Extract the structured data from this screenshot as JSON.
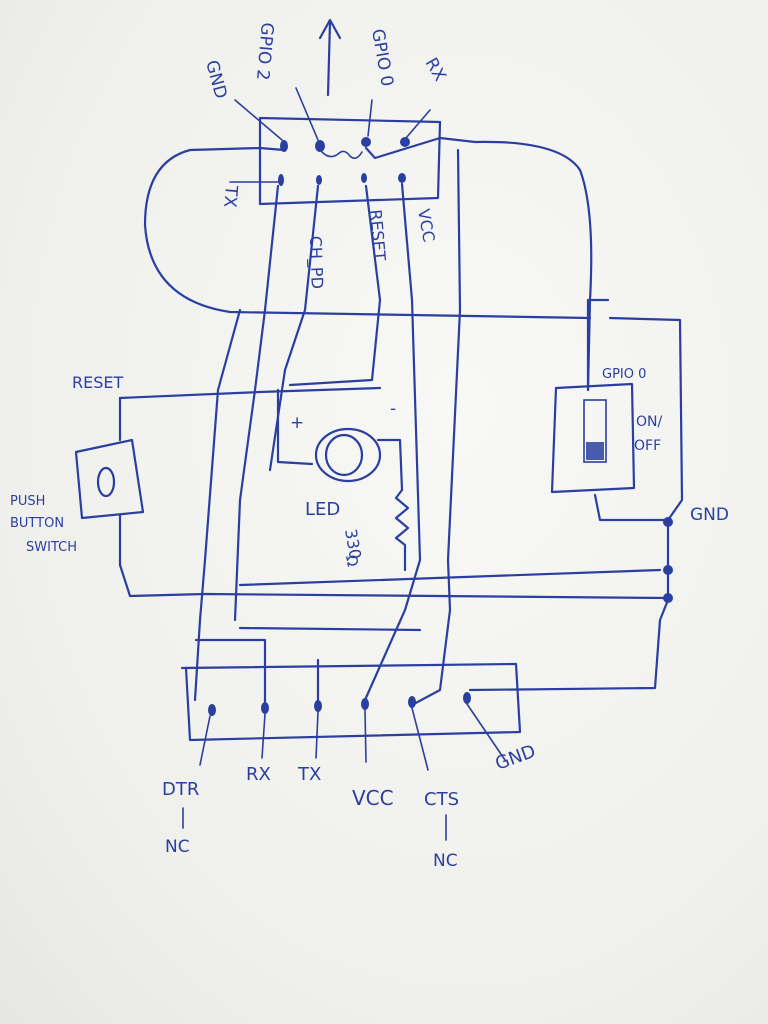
{
  "esp_module": {
    "pins_top": [
      "GPIO 2",
      "GPIO 0",
      "RX"
    ],
    "pin_gnd": "GND",
    "pins_bottom": [
      "TX",
      "CH_PD",
      "RESET",
      "VCC"
    ]
  },
  "reset_button": {
    "label": "RESET",
    "title_lines": [
      "PUSH",
      "BUTTON",
      "SWITCH"
    ],
    "button_glyph": "O"
  },
  "led": {
    "label": "LED",
    "plus": "+",
    "minus": "-",
    "glyph": "O"
  },
  "resistor": {
    "value": "330",
    "unit": "Ω"
  },
  "toggle_switch": {
    "pin": "GPIO 0",
    "state_top": "ON/",
    "state_bottom": "OFF",
    "gnd_label": "GND"
  },
  "usb_adapter": {
    "pins": [
      "DTR",
      "RX",
      "TX",
      "VCC",
      "CTS",
      "GND"
    ],
    "dtr_note": "NC",
    "cts_note": "NC"
  },
  "colors": {
    "ink": "#2a3fa0",
    "paper": "#f4f4f2"
  }
}
